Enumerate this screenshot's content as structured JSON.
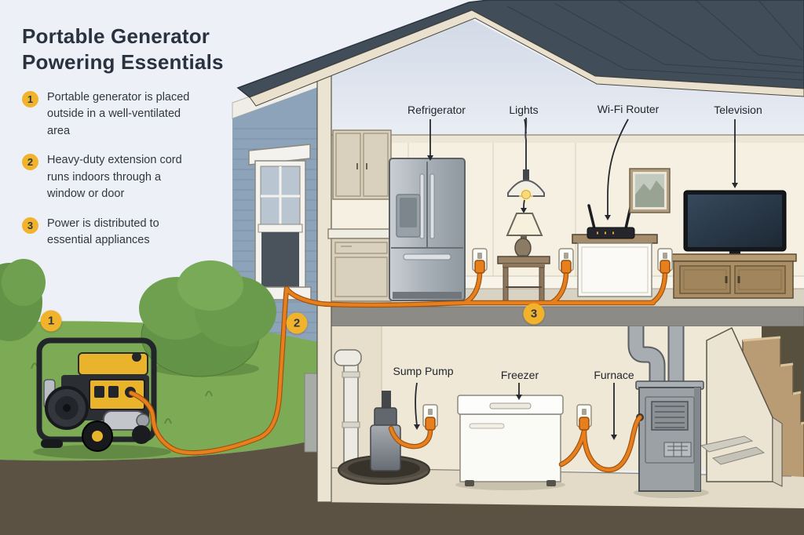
{
  "title": {
    "line1": "Portable Generator",
    "line2": "Powering Essentials"
  },
  "steps": [
    {
      "num": "1",
      "text": "Portable generator is placed outside in a well-ventilated area"
    },
    {
      "num": "2",
      "text": "Heavy-duty extension cord runs indoors through a window or door"
    },
    {
      "num": "3",
      "text": "Power is distributed to essential appliances"
    }
  ],
  "markers": {
    "generator": "1",
    "window": "2",
    "distribution": "3"
  },
  "appliance_labels": {
    "refrigerator": "Refrigerator",
    "lights": "Lights",
    "wifi_router": "Wi-Fi Router",
    "television": "Television",
    "sump_pump": "Sump Pump",
    "freezer": "Freezer",
    "furnace": "Furnace"
  },
  "colors": {
    "background": "#edf1f7",
    "title_text": "#2a323f",
    "badge_yellow": "#f1b32c",
    "cord_orange": "#e67f1c",
    "roof_slate": "#414e5a",
    "siding_blue": "#8ca3ba",
    "wall_cream": "#f5f0e2",
    "generator_yellow": "#e9b42c"
  }
}
